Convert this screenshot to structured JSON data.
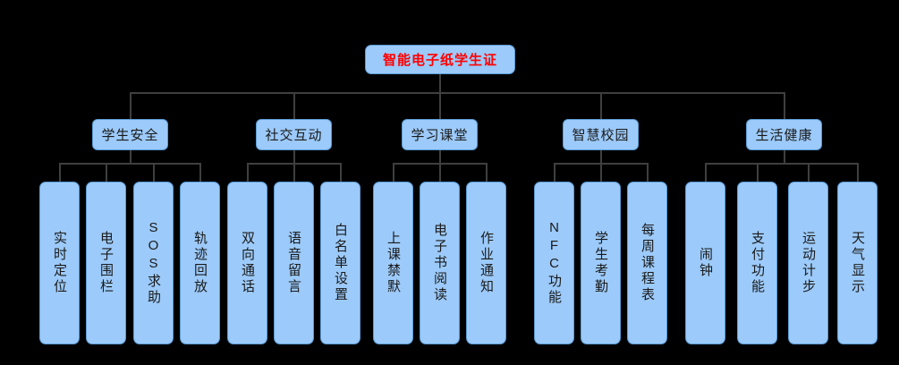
{
  "diagram": {
    "title": "智能电子纸学生证",
    "background_color": "#000000",
    "node_fill": "#9CCAFA",
    "node_border": "#5B9BD5",
    "root_text_color": "#FF0000",
    "node_text_color": "#1A1A1A",
    "connector_color": "#3F3F3F"
  },
  "root": {
    "label": "智能电子纸学生证"
  },
  "categories": [
    {
      "label": "学生安全",
      "children": [
        {
          "label": "实时定位"
        },
        {
          "label": "电子围栏"
        },
        {
          "label": "SOS求助"
        },
        {
          "label": "轨迹回放"
        }
      ]
    },
    {
      "label": "社交互动",
      "children": [
        {
          "label": "双向通话"
        },
        {
          "label": "语音留言"
        },
        {
          "label": "白名单设置"
        }
      ]
    },
    {
      "label": "学习课堂",
      "children": [
        {
          "label": "上课禁默"
        },
        {
          "label": "电子书阅读"
        },
        {
          "label": "作业通知"
        }
      ]
    },
    {
      "label": "智慧校园",
      "children": [
        {
          "label": "NFC功能"
        },
        {
          "label": "学生考勤"
        },
        {
          "label": "每周课程表"
        }
      ]
    },
    {
      "label": "生活健康",
      "children": [
        {
          "label": "闹钟"
        },
        {
          "label": "支付功能"
        },
        {
          "label": "运动计步"
        },
        {
          "label": "天气显示"
        }
      ]
    }
  ]
}
